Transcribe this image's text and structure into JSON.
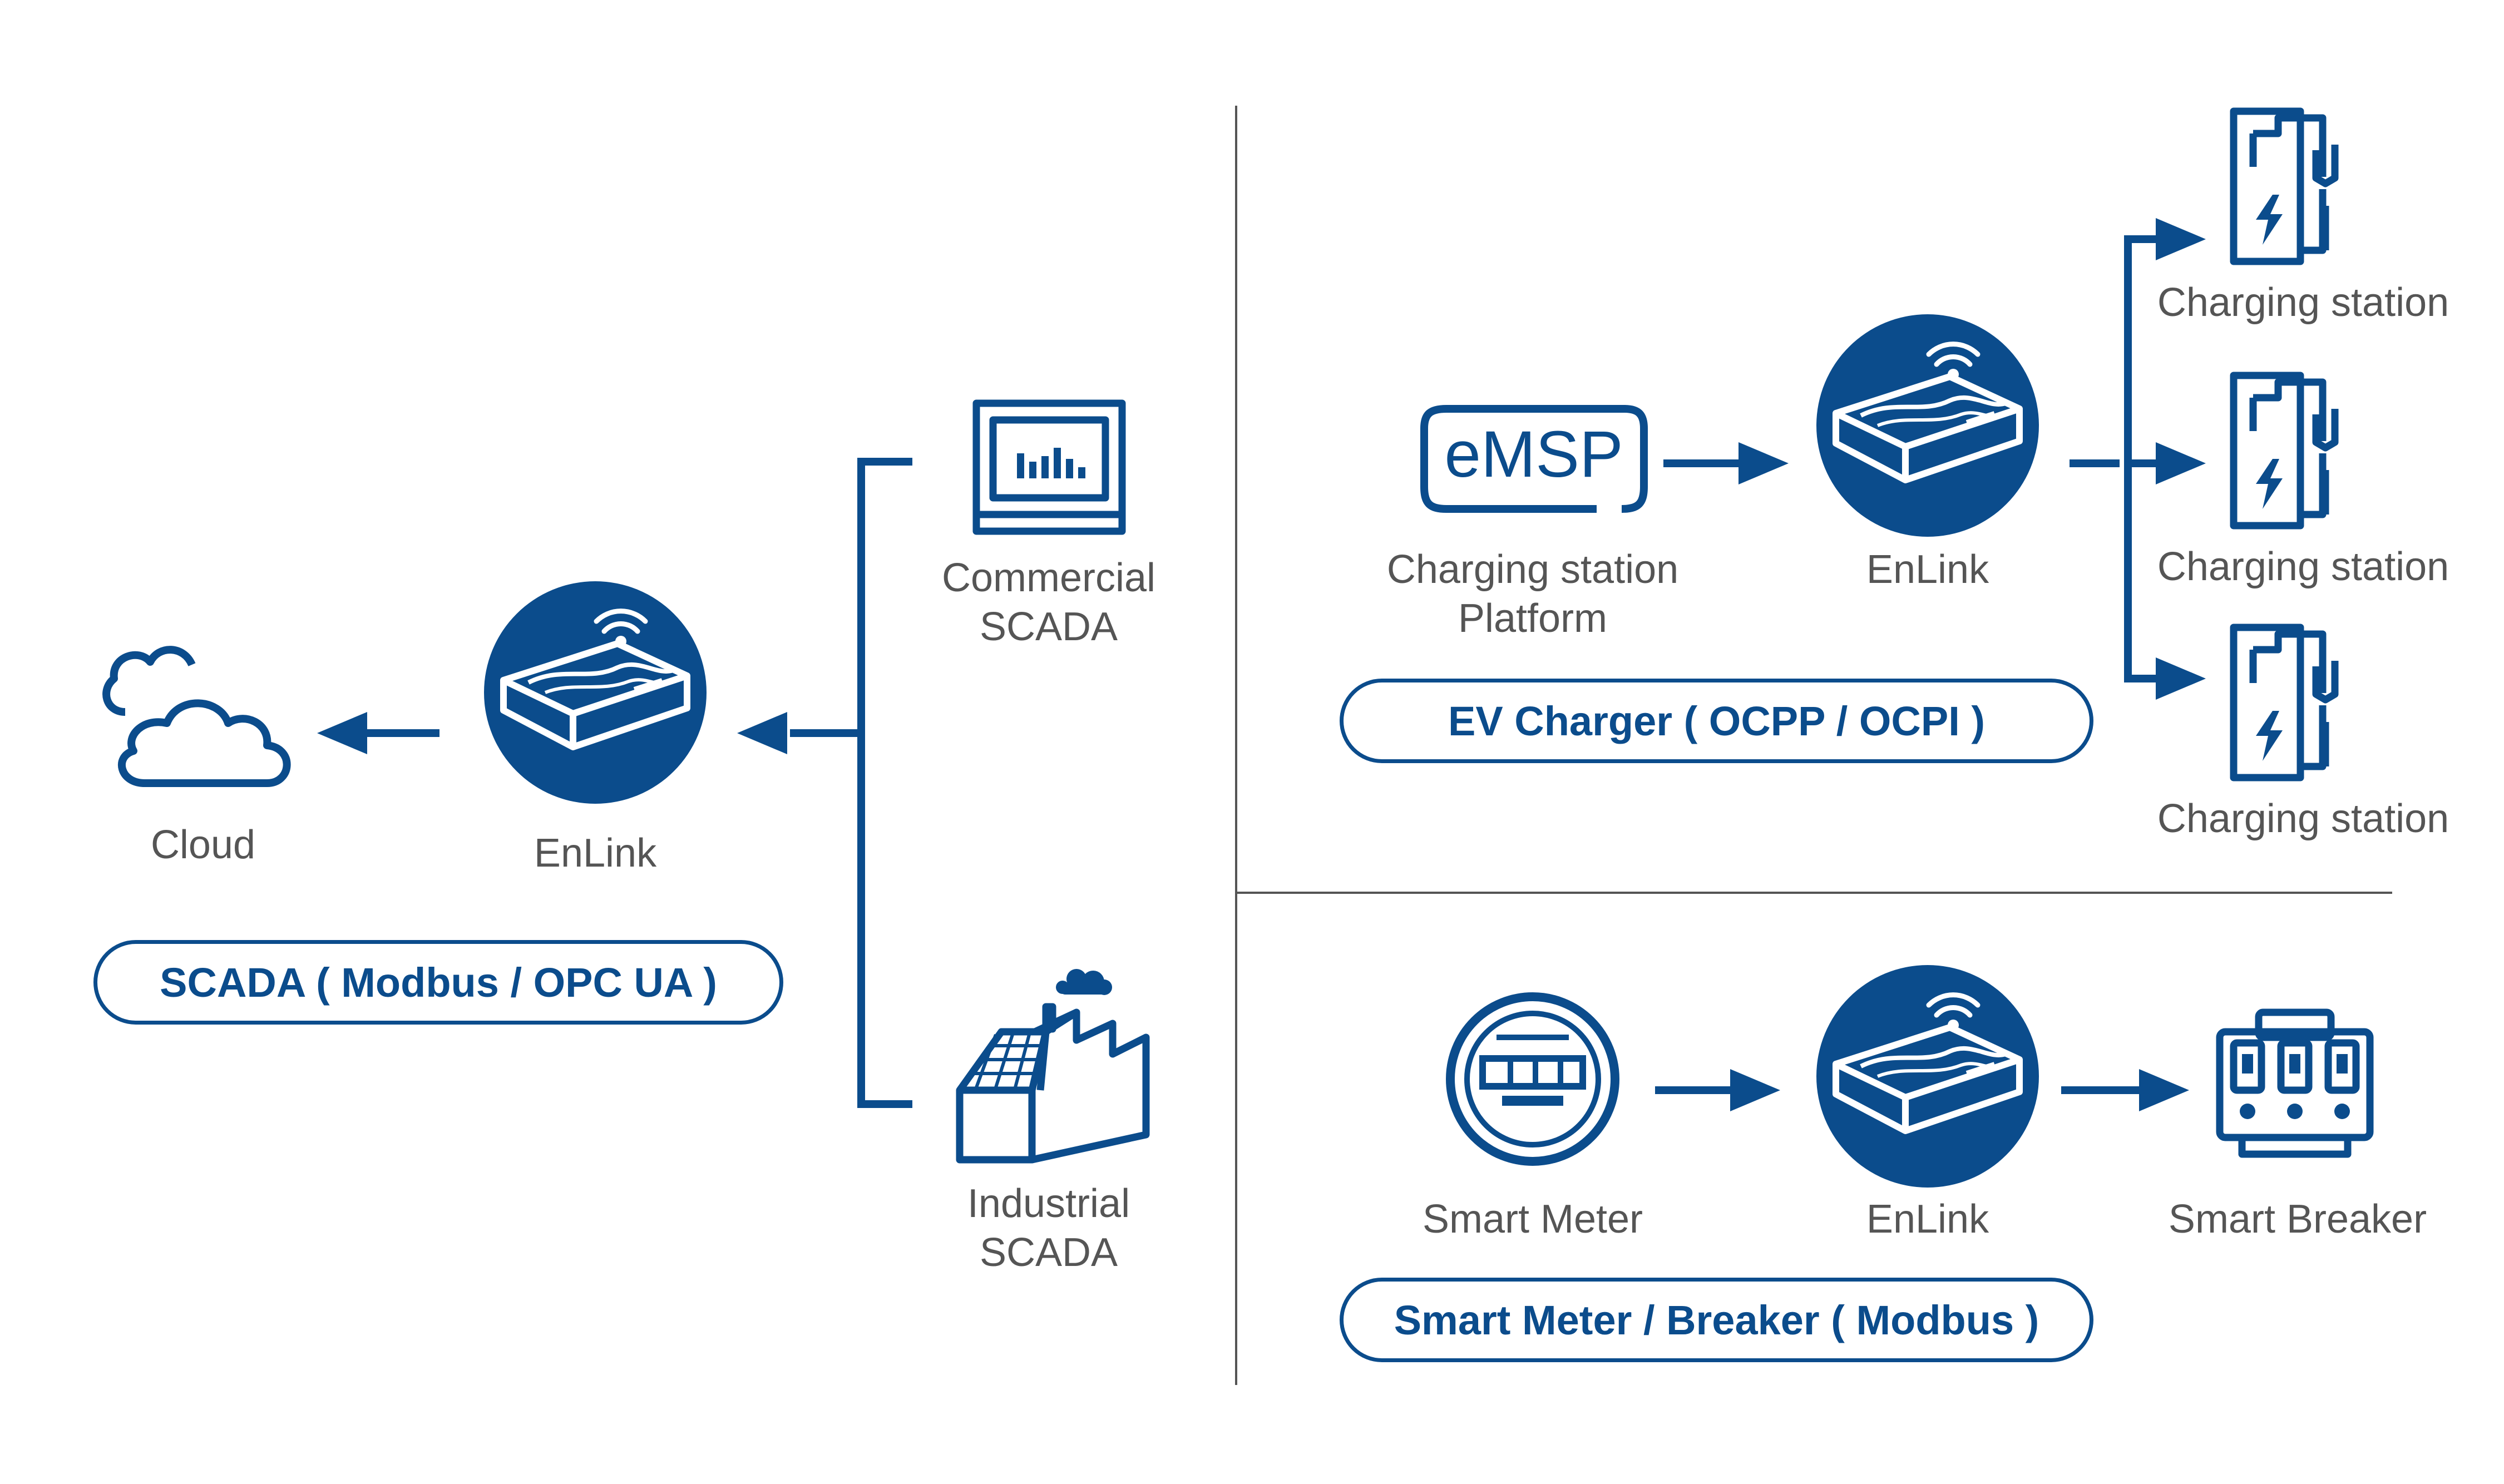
{
  "colors": {
    "primary": "#0b4c8c",
    "divider": "#555555",
    "label": "#555555",
    "background": "#ffffff"
  },
  "left": {
    "cloud_label": "Cloud",
    "enlink_label": "EnLink",
    "commercial_scada_label": [
      "Commercial",
      "SCADA"
    ],
    "industrial_scada_label": [
      "Industrial",
      "SCADA"
    ],
    "protocol_pill": "SCADA ( Modbus / OPC UA )"
  },
  "ev": {
    "emsp_badge": "eMSP",
    "platform_label": [
      "Charging station",
      "Platform"
    ],
    "enlink_label": "EnLink",
    "stations": [
      "Charging station",
      "Charging station",
      "Charging station"
    ],
    "protocol_pill": "EV Charger ( OCPP / OCPI )"
  },
  "meter": {
    "meter_label": "Smart Meter",
    "enlink_label": "EnLink",
    "breaker_label": "Smart Breaker",
    "protocol_pill": "Smart Meter / Breaker ( Modbus )"
  },
  "icons": [
    "cloud-icon",
    "enlink-gateway-icon",
    "wifi-icon",
    "monitor-chart-icon",
    "factory-solar-icon",
    "emsp-badge-icon",
    "charging-station-icon",
    "lightning-icon",
    "smart-meter-icon",
    "smart-breaker-icon",
    "arrow-icon"
  ]
}
